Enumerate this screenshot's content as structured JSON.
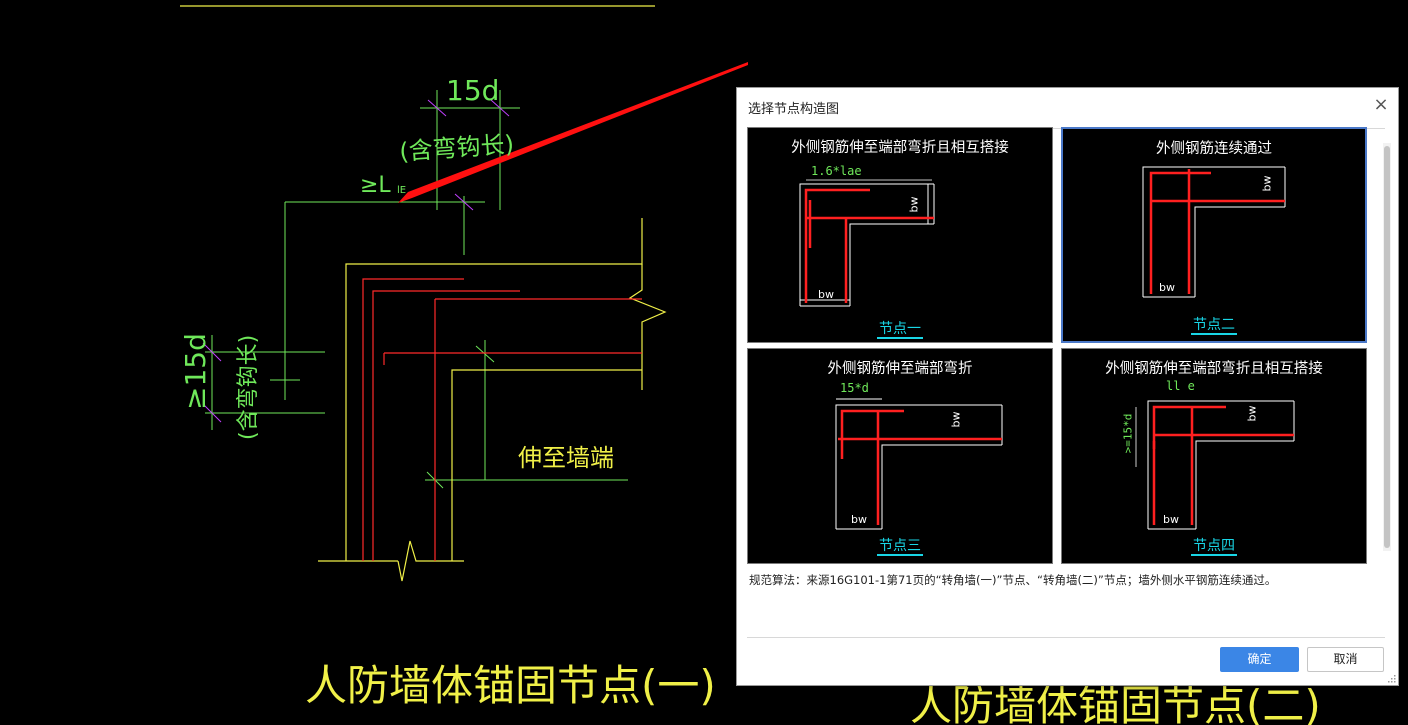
{
  "cad": {
    "dim_top": "15d",
    "dim_top_note": "(含弯钩长)",
    "anchor_label": "≥L",
    "anchor_sub": "lE",
    "dim_left": "≥15d",
    "dim_left_note": "(含弯钩长)",
    "wall_end_label": "伸至墙端",
    "caption_main": "人防墙体锚固节点(一)",
    "caption_partial": "人防墙体锚固节点(二)"
  },
  "dialog": {
    "title": "选择节点构造图",
    "close": "×",
    "options": [
      {
        "title": "外侧钢筋伸至端部弯折且相互搭接",
        "dim": "1.6*lae",
        "bw_v": "bw",
        "bw_h": "bw",
        "node": "节点一",
        "selected": false
      },
      {
        "title": "外侧钢筋连续通过",
        "dim": "",
        "bw_v": "bw",
        "bw_h": "bw",
        "node": "节点二",
        "selected": true
      },
      {
        "title": "外侧钢筋伸至端部弯折",
        "dim": "15*d",
        "bw_v": "bw",
        "bw_h": "bw",
        "node": "节点三",
        "selected": false
      },
      {
        "title": "外侧钢筋伸至端部弯折且相互搭接",
        "dim": "ll e",
        "dim_v": ">=15*d",
        "bw_v": "bw",
        "bw_h": "bw",
        "node": "节点四",
        "selected": false
      }
    ],
    "description": "规范算法：来源16G101-1第71页的“转角墙(一)”节点、“转角墙(二)”节点；墙外侧水平钢筋连续通过。",
    "ok": "确定",
    "cancel": "取消"
  }
}
